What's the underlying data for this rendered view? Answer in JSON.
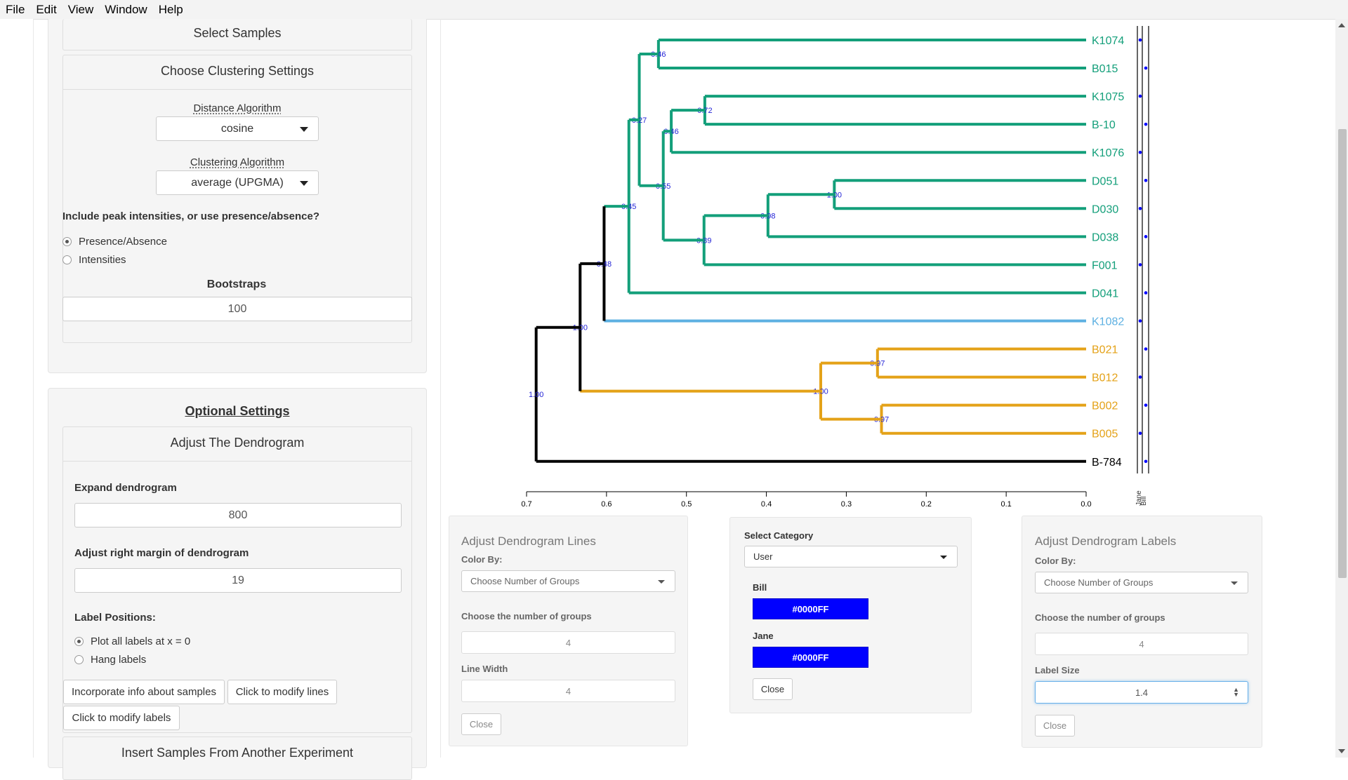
{
  "menubar": {
    "items": [
      "File",
      "Edit",
      "View",
      "Window",
      "Help"
    ]
  },
  "sidebar": {
    "select_samples": "Select Samples",
    "clustering_header": "Choose Clustering Settings",
    "distance_label": "Distance Algorithm",
    "distance_value": "cosine",
    "clustering_label": "Clustering Algorithm",
    "clustering_value": "average (UPGMA)",
    "peak_question": "Include peak intensities, or use presence/absence?",
    "radio_presence": "Presence/Absence",
    "radio_intensities": "Intensities",
    "bootstraps_label": "Bootstraps",
    "bootstraps_value": "100",
    "optional_title": "Optional Settings",
    "adjust_header": "Adjust The Dendrogram",
    "expand_label": "Expand dendrogram",
    "expand_value": "800",
    "margin_label": "Adjust right margin of dendrogram",
    "margin_value": "19",
    "label_positions": "Label Positions:",
    "radio_plot_all": "Plot all labels at x = 0",
    "radio_hang": "Hang labels",
    "btn_incorporate": "Incorporate info about samples",
    "btn_modify_lines": "Click to modify lines",
    "btn_modify_labels": "Click to modify labels",
    "insert_header": "Insert Samples From Another Experiment"
  },
  "colors": {
    "green": "#139F7A",
    "lightblue": "#5DB0E2",
    "orange": "#E4A218",
    "black": "#000000",
    "bootstrap": "#2323D6",
    "swatch": "#0000FF"
  },
  "chart_data": {
    "type": "dendrogram",
    "axis": {
      "ticks": [
        "0.7",
        "0.6",
        "0.5",
        "0.4",
        "0.3",
        "0.2",
        "0.1",
        "0.0"
      ],
      "xlim": [
        0.7,
        0.0
      ]
    },
    "leaves": [
      {
        "label": "K1074",
        "color": "green"
      },
      {
        "label": "B015",
        "color": "green"
      },
      {
        "label": "K1075",
        "color": "green"
      },
      {
        "label": "B-10",
        "color": "green"
      },
      {
        "label": "K1076",
        "color": "green"
      },
      {
        "label": "D051",
        "color": "green"
      },
      {
        "label": "D030",
        "color": "green"
      },
      {
        "label": "D038",
        "color": "green"
      },
      {
        "label": "F001",
        "color": "green"
      },
      {
        "label": "D041",
        "color": "green"
      },
      {
        "label": "K1082",
        "color": "lightblue"
      },
      {
        "label": "B021",
        "color": "orange"
      },
      {
        "label": "B012",
        "color": "orange"
      },
      {
        "label": "B002",
        "color": "orange"
      },
      {
        "label": "B005",
        "color": "orange"
      },
      {
        "label": "B-784",
        "color": "black"
      }
    ],
    "nodes": [
      {
        "children": [
          0,
          1
        ],
        "height": 0.535,
        "bootstrap": "0.46",
        "color": "green"
      },
      {
        "children": [
          2,
          3
        ],
        "height": 0.477,
        "bootstrap": "0.72",
        "color": "green"
      },
      {
        "children": [
          "n1",
          4
        ],
        "height": 0.519,
        "bootstrap": "0.46",
        "color": "green"
      },
      {
        "children": [
          5,
          6
        ],
        "height": 0.315,
        "bootstrap": "1.00",
        "color": "green"
      },
      {
        "children": [
          "n3",
          7
        ],
        "height": 0.398,
        "bootstrap": "0.98",
        "color": "green"
      },
      {
        "children": [
          "n4",
          8
        ],
        "height": 0.478,
        "bootstrap": "0.89",
        "color": "green"
      },
      {
        "children": [
          "n2",
          "n5"
        ],
        "height": 0.529,
        "bootstrap": "0.55",
        "color": "green"
      },
      {
        "children": [
          "n0",
          "n6"
        ],
        "height": 0.559,
        "bootstrap": "0.27",
        "color": "green"
      },
      {
        "children": [
          "n7",
          9
        ],
        "height": 0.572,
        "bootstrap": "0.45",
        "color": "green"
      },
      {
        "children": [
          "n8",
          10
        ],
        "height": 0.603,
        "bootstrap": "0.48",
        "color": "black"
      },
      {
        "children": [
          11,
          12
        ],
        "height": 0.261,
        "bootstrap": "0.97",
        "color": "orange"
      },
      {
        "children": [
          13,
          14
        ],
        "height": 0.256,
        "bootstrap": "0.97",
        "color": "orange"
      },
      {
        "children": [
          "n10",
          "n11"
        ],
        "height": 0.332,
        "bootstrap": "1.00",
        "color": "orange"
      },
      {
        "children": [
          "n9",
          "n12"
        ],
        "height": 0.633,
        "bootstrap": "1.00",
        "color": "black"
      },
      {
        "children": [
          "n13",
          15
        ],
        "height": 0.688,
        "bootstrap": "1.00",
        "color": "black"
      }
    ],
    "side_columns": [
      "Jane",
      "Bill"
    ]
  },
  "lines_panel": {
    "title": "Adjust Dendrogram Lines",
    "color_by": "Color By:",
    "select_value": "Choose Number of Groups",
    "groups_label": "Choose the number of groups",
    "groups_value": "4",
    "width_label": "Line Width",
    "width_value": "4",
    "close": "Close"
  },
  "category_panel": {
    "select_label": "Select Category",
    "select_value": "User",
    "bill_label": "Bill",
    "bill_color": "#0000FF",
    "jane_label": "Jane",
    "jane_color": "#0000FF",
    "close": "Close"
  },
  "labels_panel": {
    "title": "Adjust Dendrogram Labels",
    "color_by": "Color By:",
    "select_value": "Choose Number of Groups",
    "groups_label": "Choose the number of groups",
    "groups_value": "4",
    "size_label": "Label Size",
    "size_value": "1.4",
    "close": "Close"
  }
}
